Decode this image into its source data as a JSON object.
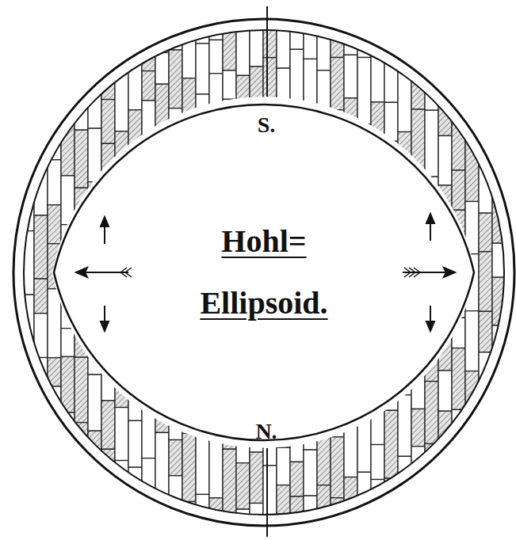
{
  "diagram": {
    "nodes": [
      {
        "text": [
          "Hohl= Ellipsoid."
        ]
      }
    ],
    "labels": [
      "S.",
      "N."
    ]
  }
}
